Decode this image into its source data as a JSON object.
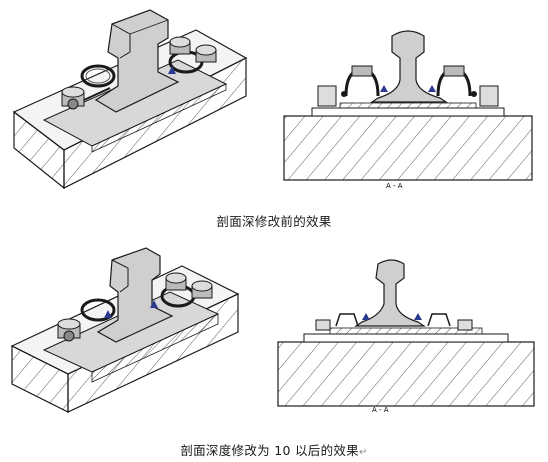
{
  "figure_top": {
    "section_label": "A - A",
    "caption": "剖面深修改前的效果"
  },
  "figure_bottom": {
    "section_label": "A - A",
    "caption": "剖面深度修改为 10 以后的效果",
    "return_mark": "↵"
  },
  "colors": {
    "line": "#1a1a1a",
    "rail_fill": "#d0d0d0",
    "concrete": "#f2f2f2",
    "marker": "#2b3a8f"
  }
}
